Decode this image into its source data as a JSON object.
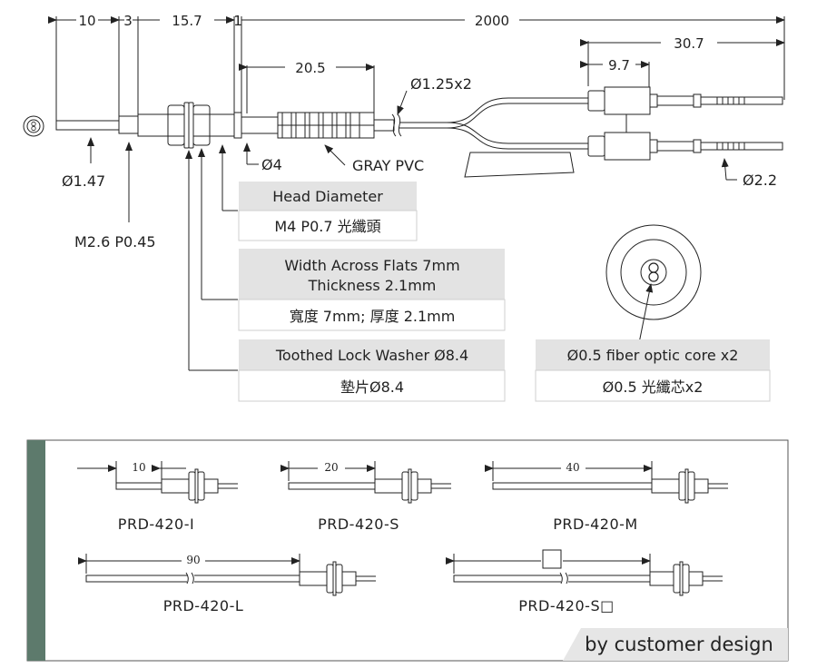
{
  "dimensions": {
    "d10": "10",
    "d3": "3",
    "d15_7": "15.7",
    "d1": "1",
    "d2000": "2000",
    "d20_5": "20.5",
    "d30_7": "30.7",
    "d9_7": "9.7",
    "phi_cable": "Ø1.25x2",
    "phi_tip": "Ø1.47",
    "phi_body": "Ø4",
    "phi_plug": "Ø2.2",
    "thread": "M2.6 P0.45",
    "gray_pvc": "GRAY PVC"
  },
  "callouts": {
    "head_title": "Head Diameter",
    "head_value": "M4 P0.7 光纖頭",
    "flats_title_1": "Width Across Flats 7mm",
    "flats_title_2": "Thickness 2.1mm",
    "flats_value": "寬度 7mm; 厚度 2.1mm",
    "washer_title": "Toothed Lock Washer Ø8.4",
    "washer_value": "墊片Ø8.4",
    "core_title": "Ø0.5 fiber optic core x2",
    "core_value": "Ø0.5 光纖芯x2"
  },
  "variants": {
    "v1_dim": "10",
    "v1_name": "PRD-420-I",
    "v2_dim": "20",
    "v2_name": "PRD-420-S",
    "v3_dim": "40",
    "v3_name": "PRD-420-M",
    "v4_dim": "90",
    "v4_name": "PRD-420-L",
    "v5_name": "PRD-420-S□",
    "footer": "by customer design"
  },
  "colors": {
    "panel_accent": "#5d7a6c",
    "footer_bg": "#e6e6e6",
    "callout_header": "#e3e3e3"
  }
}
